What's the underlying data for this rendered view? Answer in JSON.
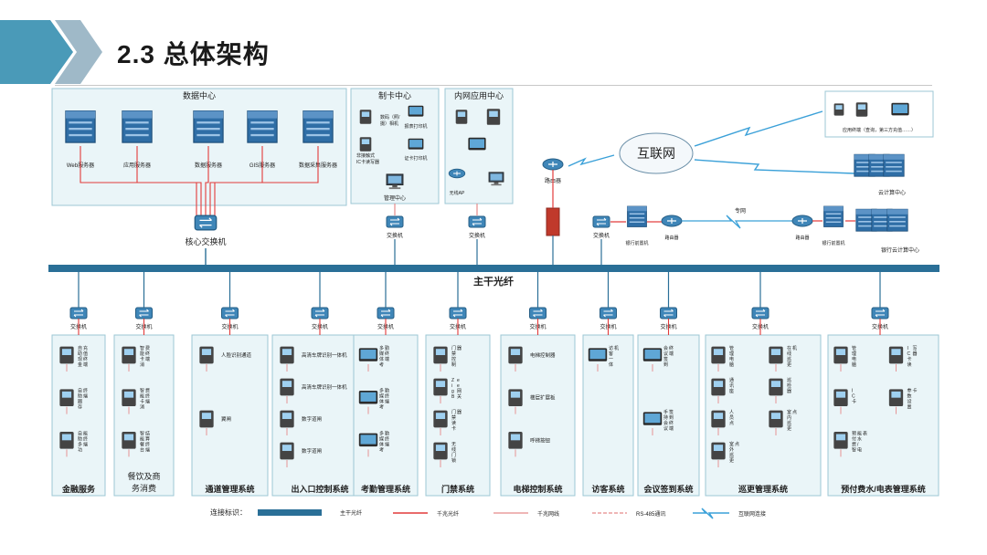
{
  "title": "2.3 总体架构",
  "colors": {
    "panel": "#eaf5f8",
    "panel_border": "#9cc7d4",
    "backbone": "#2a6f97",
    "fiber": "#e23a3a",
    "cable": "#e58a8a",
    "rs485": "#e58a8a",
    "internet": "#3aa0d8"
  },
  "top": {
    "data_center": {
      "title": "数据中心",
      "servers": [
        "Web服务器",
        "应用服务器",
        "数据服务器",
        "GIS服务器",
        "数据采集服务器"
      ],
      "switch": "核心交换机"
    },
    "card_center": {
      "title": "制卡中心",
      "items": [
        "数码（照/摄）相机",
        "非接触式IC卡读写器",
        "报表打印机",
        "证卡打印机"
      ],
      "pc": "管理中心",
      "switch": "交换机"
    },
    "intranet": {
      "title": "内网应用中心",
      "ap": "无线AP",
      "switch": "交换机"
    },
    "router1": "路由器",
    "internet": "互联网",
    "app_terminal": "应用终端（查询，第三方充值……）",
    "cloud": "云计算中心",
    "switch": "交换机",
    "bank_fep1": "银行前置机",
    "router2": "路由器",
    "private_net": "专网",
    "router3": "路由器",
    "bank_fep2": "银行前置机",
    "bank_cloud": "银行云计算中心"
  },
  "backbone": "主干光纤",
  "switch_label": "交换机",
  "subsystems": [
    {
      "title": "金融服务",
      "items": [
        "自助现金充值终端",
        "自助圈存终端",
        "自助多功能终端"
      ]
    },
    {
      "title": "餐饮及商务消费",
      "items": [
        "智能卡消费终端",
        "智能卡消费终端",
        "智能餐台结算终端"
      ]
    },
    {
      "title": "通道管理系统",
      "items": [
        "人脸识别通道",
        "翼闸"
      ]
    },
    {
      "title": "出入口控制系统",
      "items": [
        "高清车牌识别一体机",
        "高清车牌识别一体机",
        "数字道闸",
        "数字道闸"
      ]
    },
    {
      "title": "考勤管理系统",
      "items": [
        "多媒体考勤终端",
        "多媒体考勤终端",
        "多媒体考勤终端"
      ]
    },
    {
      "title": "门禁系统",
      "items": [
        "门禁控制器",
        "ZigBee网关",
        "门禁读卡器",
        "无线门锁"
      ]
    },
    {
      "title": "电梯控制系统",
      "items": [
        "电梯控制器",
        "楼层扩展板",
        "呼梯按钮"
      ]
    },
    {
      "title": "访客系统",
      "items": [
        "访客一体机"
      ]
    },
    {
      "title": "会议签到系统",
      "items": [
        "会议签到终端",
        "手持会议签到终端"
      ]
    },
    {
      "title": "巡更管理系统",
      "items": [
        "管理电脑",
        "在线巡更机",
        "通讯座",
        "巡检器",
        "人员点",
        "室内巡更点",
        "室外巡更点"
      ]
    },
    {
      "title": "预付费水/电表管理系统",
      "items": [
        "管理电脑",
        "IC卡读写器",
        "IC卡",
        "参数设置卡",
        "预付费智能水/电表"
      ]
    }
  ],
  "legend": {
    "label": "连接标识：",
    "backbone": "主干光纤",
    "fiber": "千兆光纤",
    "cable": "千兆网线",
    "rs485": "RS-485通讯",
    "internet": "互联网连接"
  }
}
